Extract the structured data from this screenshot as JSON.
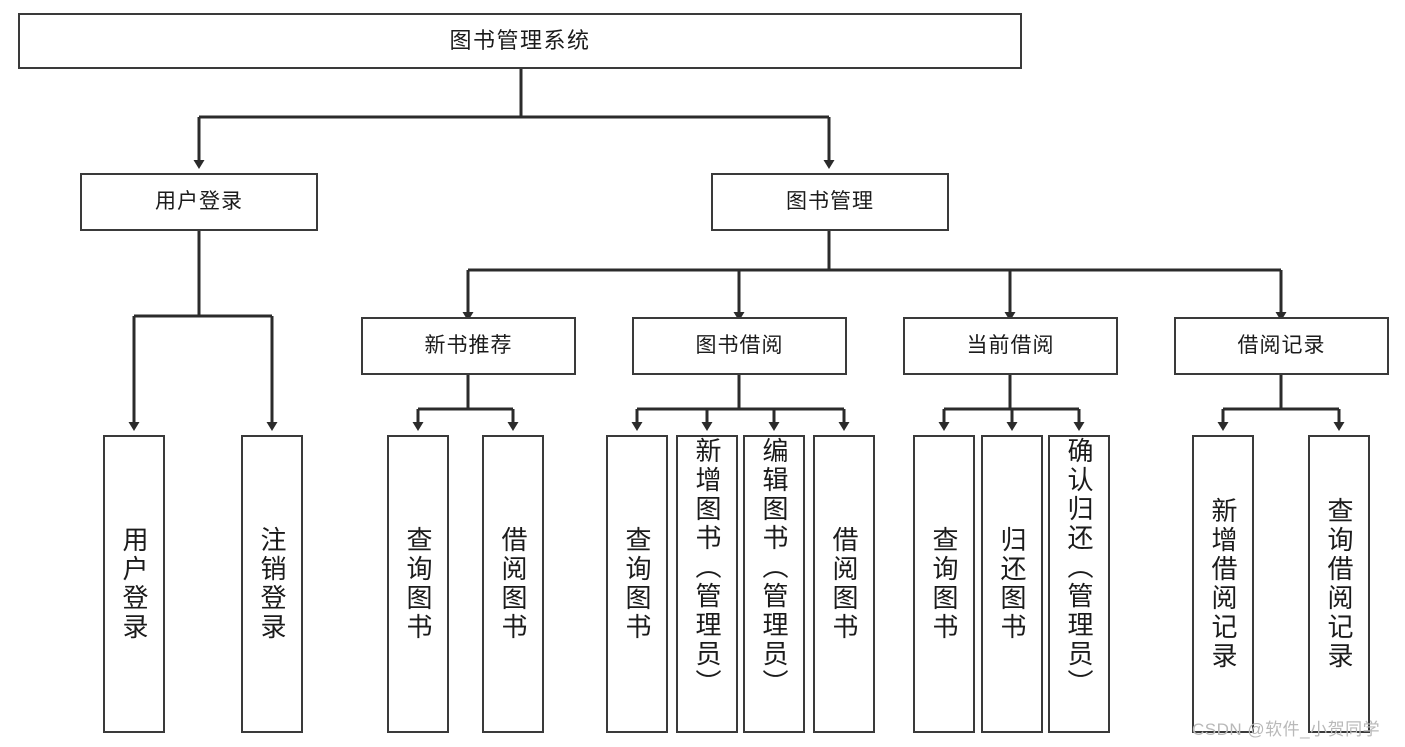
{
  "diagram": {
    "title": "图书管理系统",
    "type": "hierarchy-flowchart",
    "watermark": "CSDN @软件_小贺同学",
    "colors": {
      "box_border": "#3a3a3a",
      "box_fill": "#ffffff",
      "connector": "#2b2b2b",
      "text": "#1b1b1b",
      "watermark": "#b9b9b9",
      "background": "#ffffff"
    },
    "root": {
      "id": "root",
      "label": "图书管理系统"
    },
    "level1": [
      {
        "id": "user-login",
        "label": "用户登录"
      },
      {
        "id": "book-manage",
        "label": "图书管理"
      }
    ],
    "level2": [
      {
        "id": "new-book-recommend",
        "label": "新书推荐",
        "parent": "book-manage"
      },
      {
        "id": "book-borrow",
        "label": "图书借阅",
        "parent": "book-manage"
      },
      {
        "id": "current-borrow",
        "label": "当前借阅",
        "parent": "book-manage"
      },
      {
        "id": "borrow-record",
        "label": "借阅记录",
        "parent": "book-manage"
      }
    ],
    "leaves": [
      {
        "id": "leaf-user-login",
        "label": "用户登录",
        "parent": "user-login",
        "align": "center"
      },
      {
        "id": "leaf-logout",
        "label": "注销登录",
        "parent": "user-login",
        "align": "center"
      },
      {
        "id": "leaf-query-book-1",
        "label": "查询图书",
        "parent": "new-book-recommend",
        "align": "center"
      },
      {
        "id": "leaf-borrow-book-1",
        "label": "借阅图书",
        "parent": "new-book-recommend",
        "align": "center"
      },
      {
        "id": "leaf-query-book-2",
        "label": "查询图书",
        "parent": "book-borrow",
        "align": "center"
      },
      {
        "id": "leaf-add-book",
        "label": "新增图书（管理员）",
        "parent": "book-borrow",
        "align": "top"
      },
      {
        "id": "leaf-edit-book",
        "label": "编辑图书（管理员）",
        "parent": "book-borrow",
        "align": "top"
      },
      {
        "id": "leaf-borrow-book-2",
        "label": "借阅图书",
        "parent": "book-borrow",
        "align": "center"
      },
      {
        "id": "leaf-query-book-3",
        "label": "查询图书",
        "parent": "current-borrow",
        "align": "center"
      },
      {
        "id": "leaf-return-book",
        "label": "归还图书",
        "parent": "current-borrow",
        "align": "center"
      },
      {
        "id": "leaf-confirm-return",
        "label": "确认归还（管理员）",
        "parent": "current-borrow",
        "align": "top"
      },
      {
        "id": "leaf-add-record",
        "label": "新增借阅记录",
        "parent": "borrow-record",
        "align": "center"
      },
      {
        "id": "leaf-query-record",
        "label": "查询借阅记录",
        "parent": "borrow-record",
        "align": "center"
      }
    ]
  }
}
